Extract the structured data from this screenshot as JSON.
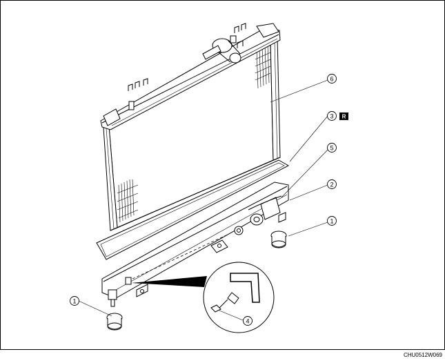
{
  "callouts": [
    {
      "id": "c6",
      "label": "6"
    },
    {
      "id": "c3",
      "label": "3"
    },
    {
      "id": "c5",
      "label": "5"
    },
    {
      "id": "c2",
      "label": "2"
    },
    {
      "id": "c1a",
      "label": "1"
    },
    {
      "id": "c1b",
      "label": "1"
    },
    {
      "id": "c4",
      "label": "4"
    }
  ],
  "badge": {
    "label": "R"
  },
  "figure_code": "CHU0512W069"
}
